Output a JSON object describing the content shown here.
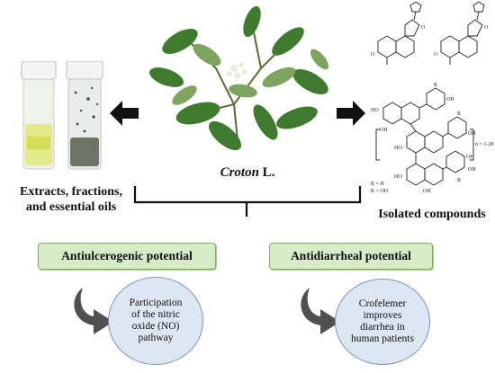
{
  "center_label": {
    "genus": "Croton",
    "author": " L."
  },
  "left_label": [
    "Extracts, fractions,",
    "and essential oils"
  ],
  "right_label": "Isolated compounds",
  "chemical_labels": {
    "n_range": "n = 1-28",
    "r_h": "R = H",
    "r_oh": "R = OH",
    "oh": "OH",
    "ho": "HO",
    "r": "R",
    "o": "O"
  },
  "boxes": {
    "left": {
      "title": "Antiulcerogenic potential",
      "ellipse": [
        "Participation",
        "of the nitric",
        "oxide (NO)",
        "pathway"
      ]
    },
    "right": {
      "title": "Antidiarrheal potential",
      "ellipse": [
        "Crofelemer",
        "improves",
        "diarrhea in",
        "human patients"
      ]
    }
  },
  "colors": {
    "box_fill": "#d6ebc8",
    "box_border": "#7fae5c",
    "ellipse_fill": "#dde6f3",
    "ellipse_border": "#7e95b7",
    "curved_arrow": "#505050"
  }
}
